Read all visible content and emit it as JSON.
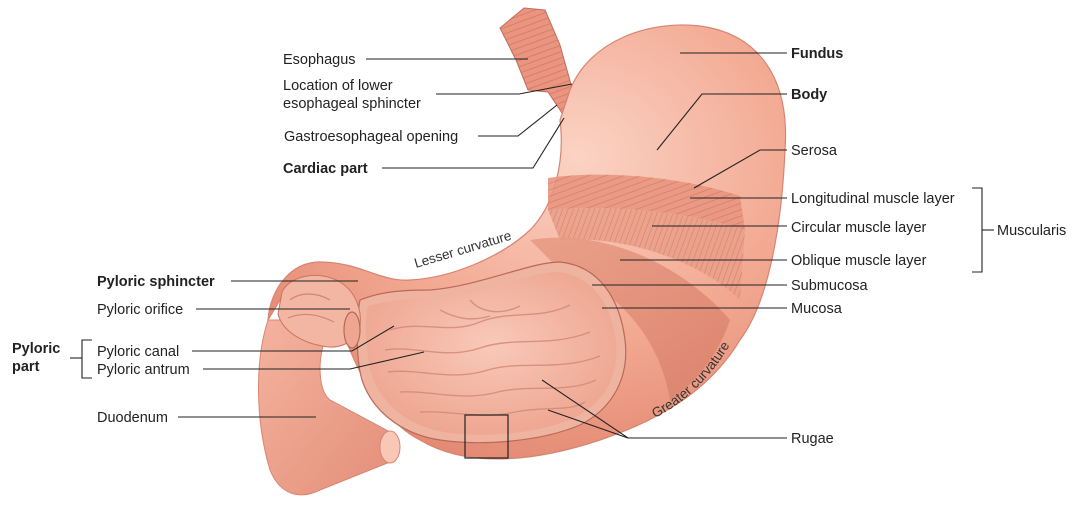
{
  "labels": {
    "esophagus": "Esophagus",
    "les_line1": "Location of lower",
    "les_line2": "esophageal sphincter",
    "ge_opening": "Gastroesophageal opening",
    "cardiac_part": "Cardiac part",
    "fundus": "Fundus",
    "body": "Body",
    "serosa": "Serosa",
    "longitudinal": "Longitudinal muscle layer",
    "circular": "Circular muscle layer",
    "oblique": "Oblique muscle layer",
    "muscularis": "Muscularis",
    "submucosa": "Submucosa",
    "mucosa": "Mucosa",
    "rugae": "Rugae",
    "pyloric_sphincter": "Pyloric sphincter",
    "pyloric_orifice": "Pyloric orifice",
    "pyloric_part_line1": "Pyloric",
    "pyloric_part_line2": "part",
    "pyloric_canal": "Pyloric canal",
    "pyloric_antrum": "Pyloric antrum",
    "duodenum": "Duodenum",
    "lesser_curvature": "Lesser curvature",
    "greater_curvature": "Greater curvature"
  },
  "colors": {
    "tissue_outer": "#f0a08a",
    "tissue_light": "#f7c2b0",
    "tissue_mid": "#e8907a",
    "tissue_dark": "#d06e5c",
    "mucosa": "#f4b4a0",
    "leader": "#222222"
  }
}
